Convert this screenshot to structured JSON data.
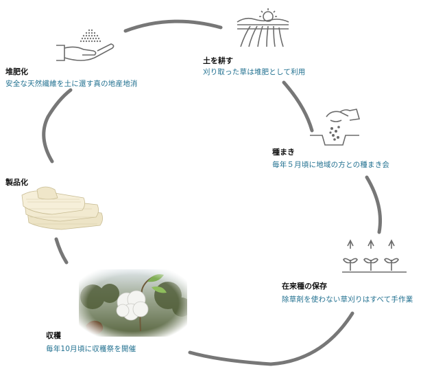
{
  "steps": {
    "tilling": {
      "title": "土を耕す",
      "desc": "刈り取った草は堆肥として利用"
    },
    "sowing": {
      "title": "種まき",
      "desc": "毎年５月頃に地域の方との種まき会"
    },
    "seed_saving": {
      "title": "在来種の保存",
      "desc": "除草剤を使わない草刈りはすべて手作業"
    },
    "harvest": {
      "title": "収穫",
      "desc": "毎年10月頃に収穫祭を開催"
    },
    "production": {
      "title": "製品化",
      "desc": ""
    },
    "composting": {
      "title": "堆肥化",
      "desc": "安全な天然繊維を土に還す真の地産地消"
    }
  },
  "colors": {
    "arc": "#777777",
    "desc_text": "#1f6f8f",
    "icon_line": "#6b6b6b"
  },
  "icons": [
    "field-sunrise-icon",
    "hand-sowing-seeds-icon",
    "sprouts-watering-icon",
    "cotton-boll-photo",
    "cotton-fabric-photo",
    "hand-compost-icon"
  ]
}
